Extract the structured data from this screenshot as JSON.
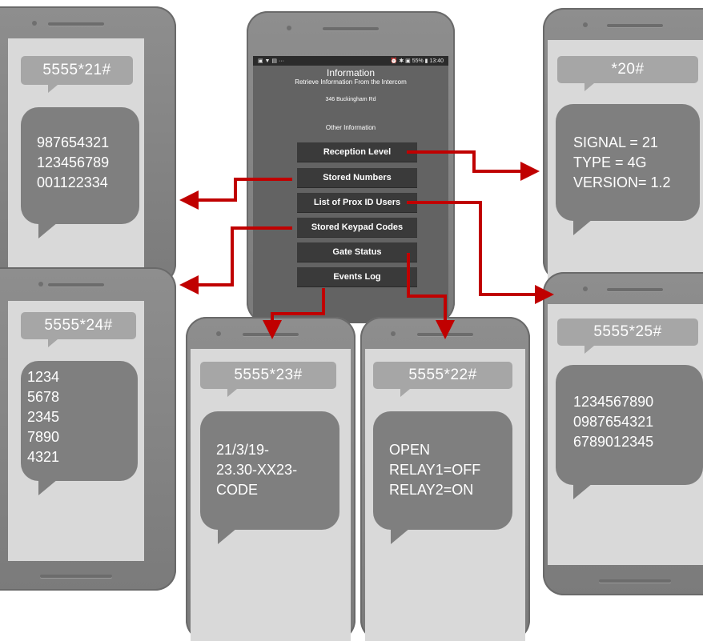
{
  "app": {
    "status_left": "▣ ▼ ▤ ···",
    "status_right": "⏰ ✱ ▣ 55% ▮ 13:40",
    "title": "Information",
    "subtitle": "Retrieve Information From the Intercom",
    "address": "346 Buckingham Rd",
    "section_label": "Other Information",
    "buttons": [
      "Reception Level",
      "Stored Numbers",
      "List of Prox ID Users",
      "Stored Keypad Codes",
      "Gate Status",
      "Events Log"
    ]
  },
  "phones": {
    "stored_numbers": {
      "code": "5555*21#",
      "lines": [
        "987654321",
        "123456789",
        "001122334"
      ]
    },
    "keypad_codes": {
      "code": "5555*24#",
      "lines": [
        "1234",
        "5678",
        "2345",
        "7890",
        "4321"
      ]
    },
    "events_log": {
      "code": "5555*23#",
      "lines": [
        "21/3/19-",
        "23.30-XX23-",
        "CODE"
      ]
    },
    "gate_status": {
      "code": "5555*22#",
      "lines": [
        "OPEN",
        "RELAY1=OFF",
        "RELAY2=ON"
      ]
    },
    "reception_level": {
      "code": "*20#",
      "lines": [
        "SIGNAL = 21",
        "TYPE = 4G",
        "VERSION= 1.2"
      ]
    },
    "prox_users": {
      "code": "5555*25#",
      "lines": [
        "1234567890",
        "0987654321",
        "6789012345"
      ]
    }
  },
  "colors": {
    "arrow": "#c00000",
    "phone_body": "#7f7f7f",
    "screen": "#d9d9d9",
    "header_bubble": "#a6a6a6",
    "message_bubble": "#7f7f7f",
    "menu_button": "#3a3a3a"
  }
}
